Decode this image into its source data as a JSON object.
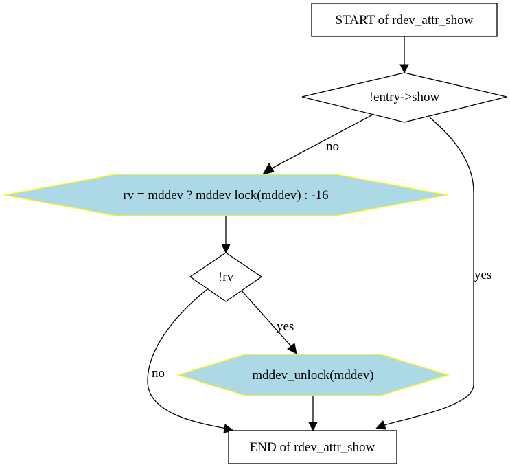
{
  "nodes": {
    "start": "START of rdev_attr_show",
    "check_show": "!entry->show",
    "assign_rv": "rv = mddev ? mddev  lock(mddev) : -16",
    "check_rv": "!rv",
    "unlock": "mddev_unlock(mddev)",
    "end": "END of rdev_attr_show"
  },
  "edges": {
    "show_no": "no",
    "show_yes": "yes",
    "rv_yes": "yes",
    "rv_no": "no"
  },
  "colors": {
    "process_fill": "#add8e6",
    "process_border": "#ffff00",
    "stroke": "#000000",
    "background": "#ffffff"
  }
}
